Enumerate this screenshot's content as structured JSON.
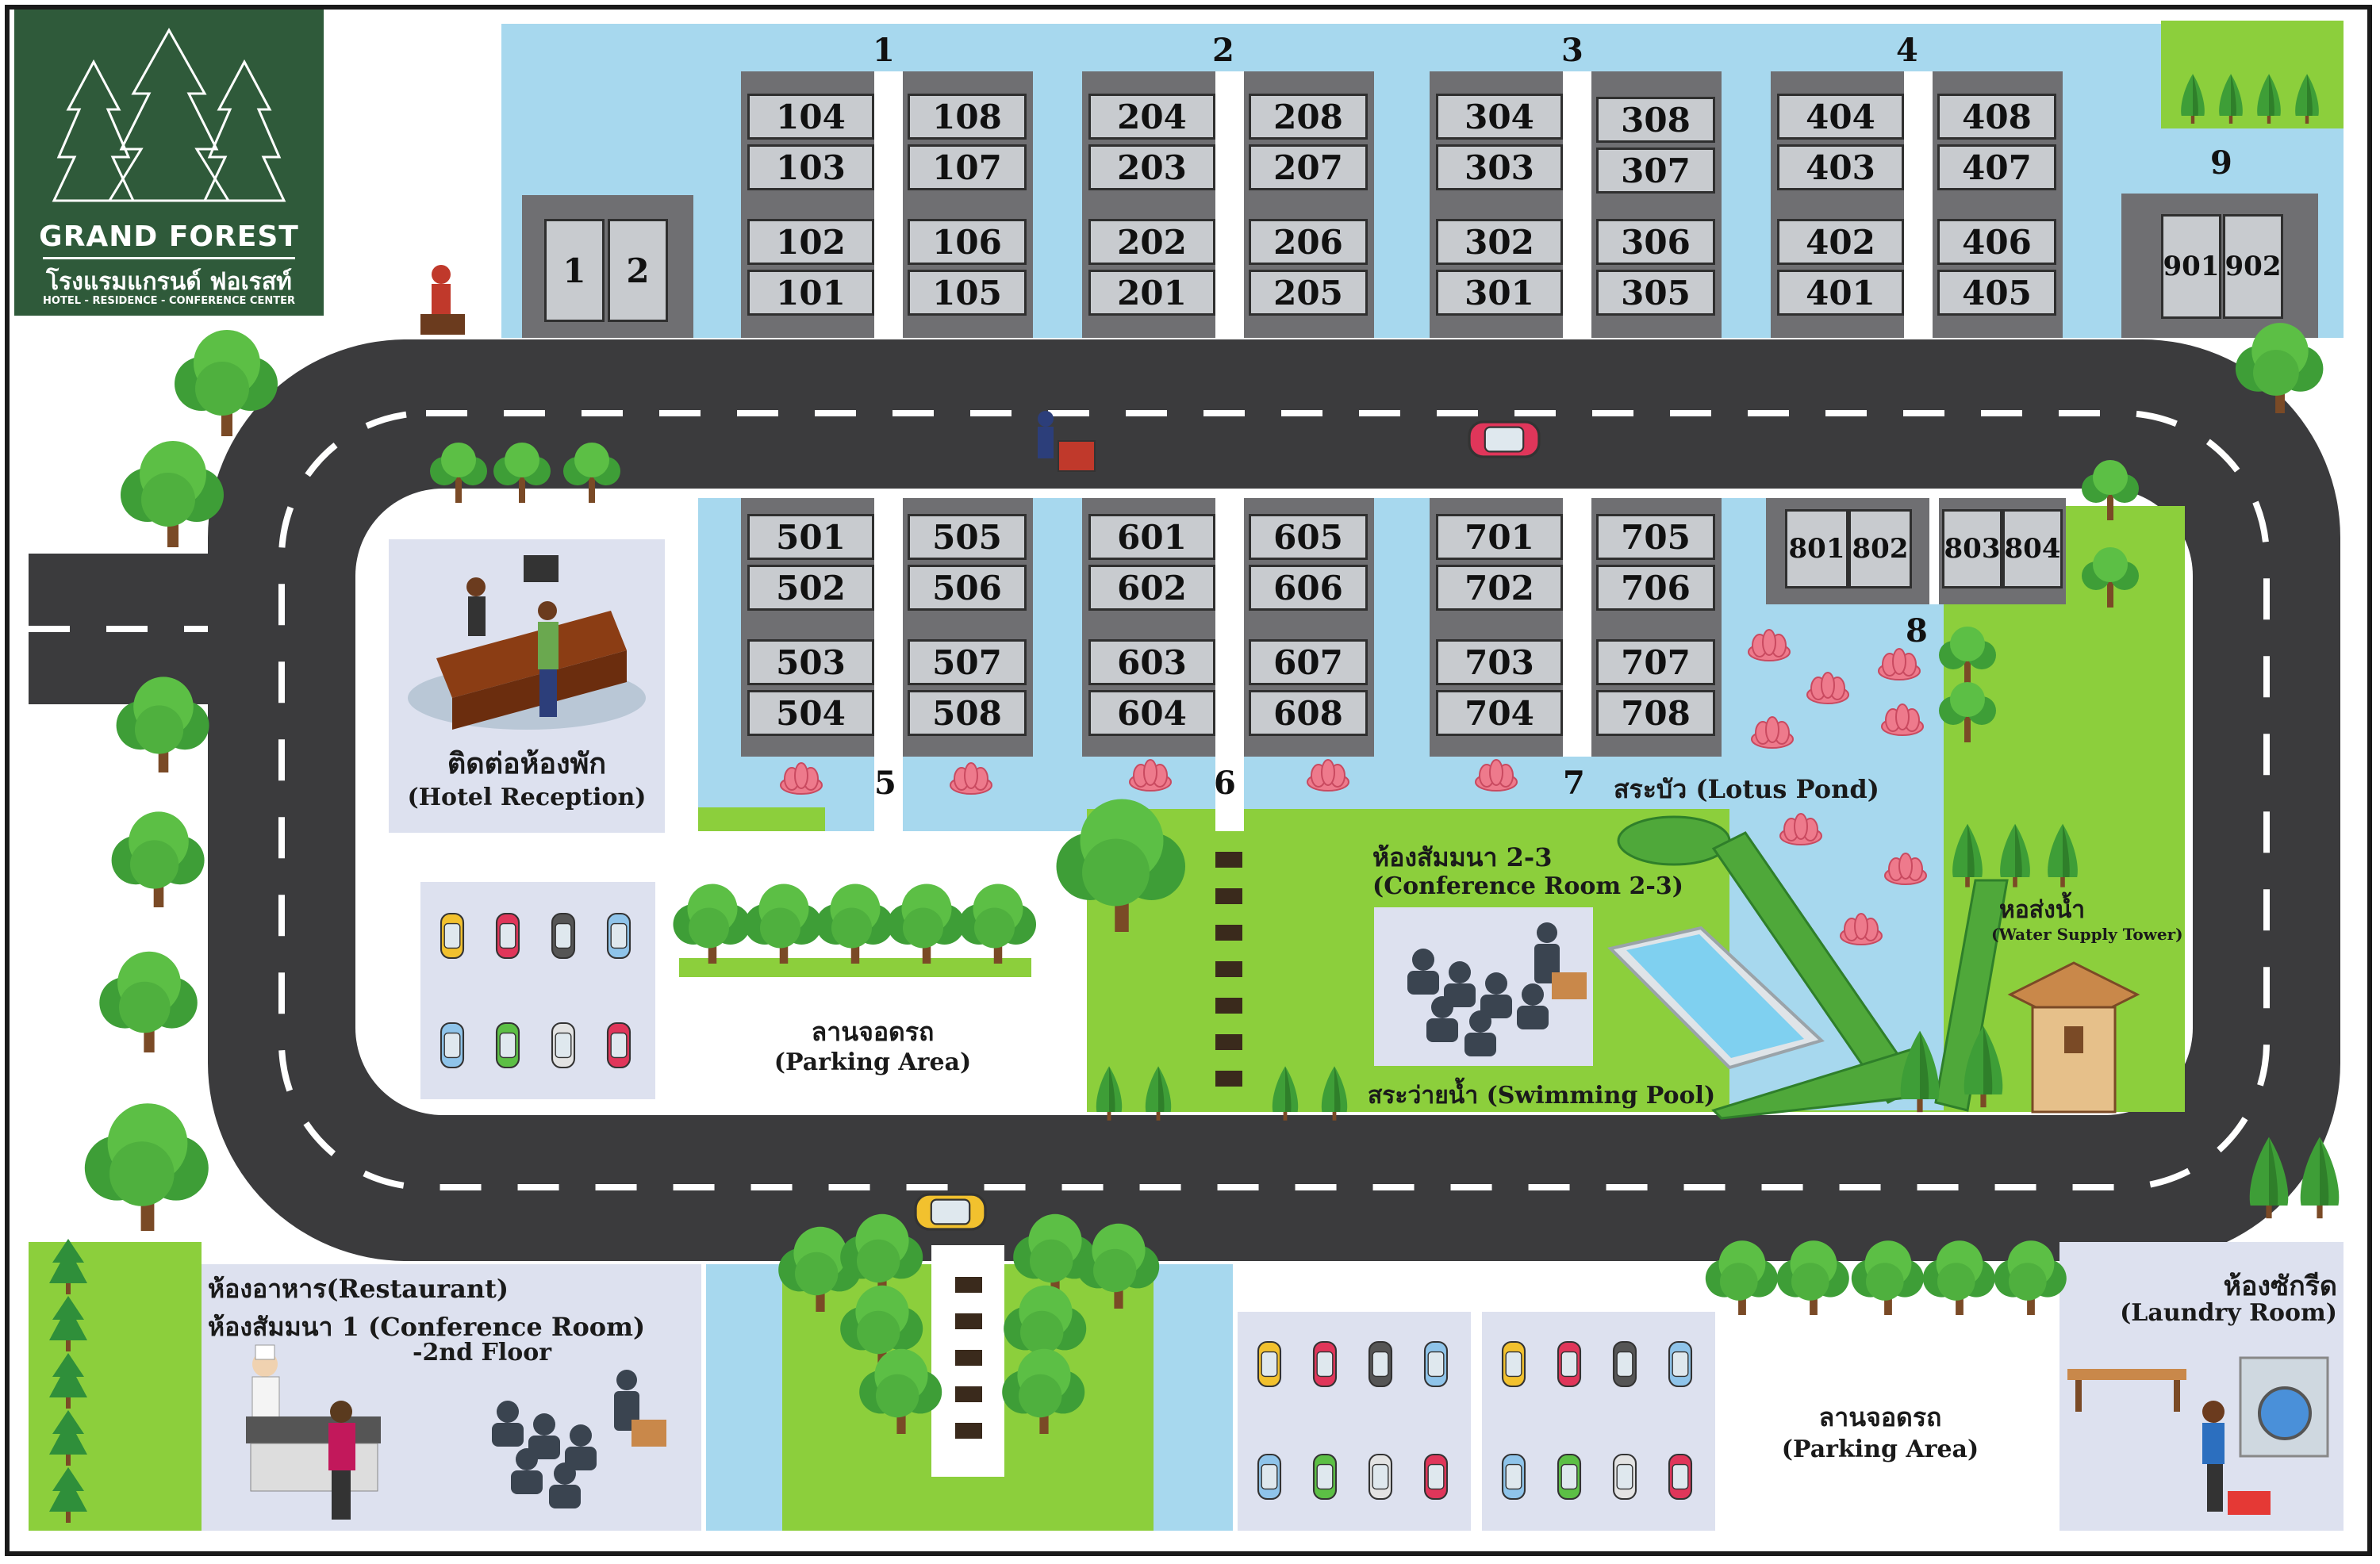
{
  "logo": {
    "brand": "GRAND FOREST",
    "thai": "โรงแรมแกรนด์ ฟอเรสท์",
    "tagline": "HOTEL - RESIDENCE - CONFERENCE CENTER"
  },
  "colors": {
    "road": "#3b3b3d",
    "water": "#a7d8ee",
    "grass": "#8ccf3c",
    "building": "#6f6f72",
    "room": "#c8cbcf",
    "logo_bg": "#2f5a3a",
    "panel": "#dde1ef"
  },
  "zone_numbers": [
    "1",
    "2",
    "3",
    "4",
    "5",
    "6",
    "7",
    "8",
    "9"
  ],
  "rooms_top": {
    "small": [
      "1",
      "2"
    ],
    "group1": [
      [
        "104",
        "108"
      ],
      [
        "103",
        "107"
      ],
      [
        "102",
        "106"
      ],
      [
        "101",
        "105"
      ]
    ],
    "group2": [
      [
        "204",
        "208"
      ],
      [
        "203",
        "207"
      ],
      [
        "202",
        "206"
      ],
      [
        "201",
        "205"
      ]
    ],
    "group3": [
      [
        "304",
        "308"
      ],
      [
        "303",
        "307"
      ],
      [
        "302",
        "306"
      ],
      [
        "301",
        "305"
      ]
    ],
    "group4": [
      [
        "404",
        "408"
      ],
      [
        "403",
        "407"
      ],
      [
        "402",
        "406"
      ],
      [
        "401",
        "405"
      ]
    ],
    "group9": [
      "901",
      "902"
    ]
  },
  "rooms_mid": {
    "group5": [
      [
        "501",
        "505"
      ],
      [
        "502",
        "506"
      ],
      [
        "503",
        "507"
      ],
      [
        "504",
        "508"
      ]
    ],
    "group6": [
      [
        "601",
        "605"
      ],
      [
        "602",
        "606"
      ],
      [
        "603",
        "607"
      ],
      [
        "604",
        "608"
      ]
    ],
    "group7": [
      [
        "701",
        "705"
      ],
      [
        "702",
        "706"
      ],
      [
        "703",
        "707"
      ],
      [
        "704",
        "708"
      ]
    ],
    "group8": [
      "801",
      "802",
      "803",
      "804"
    ]
  },
  "labels": {
    "reception_thai": "ติดต่อห้องพัก",
    "reception_en": "(Hotel Reception)",
    "parking_thai": "ลานจอดรถ",
    "parking_en": "(Parking Area)",
    "lotus_pond": "สระบัว (Lotus Pond)",
    "conf23_thai": "ห้องสัมมนา 2-3",
    "conf23_en": "(Conference Room 2-3)",
    "pool": "สระว่ายน้ำ (Swimming Pool)",
    "tower_thai": "หอส่งน้ำ",
    "tower_en": "(Water Supply Tower)",
    "restaurant": "ห้องอาหาร(Restaurant)",
    "conf1": "ห้องสัมมนา 1 (Conference Room)",
    "conf1_floor": "-2nd Floor",
    "parking2_thai": "ลานจอดรถ",
    "parking2_en": "(Parking Area)",
    "laundry_thai": "ห้องซักรีด",
    "laundry_en": "(Laundry Room)"
  }
}
